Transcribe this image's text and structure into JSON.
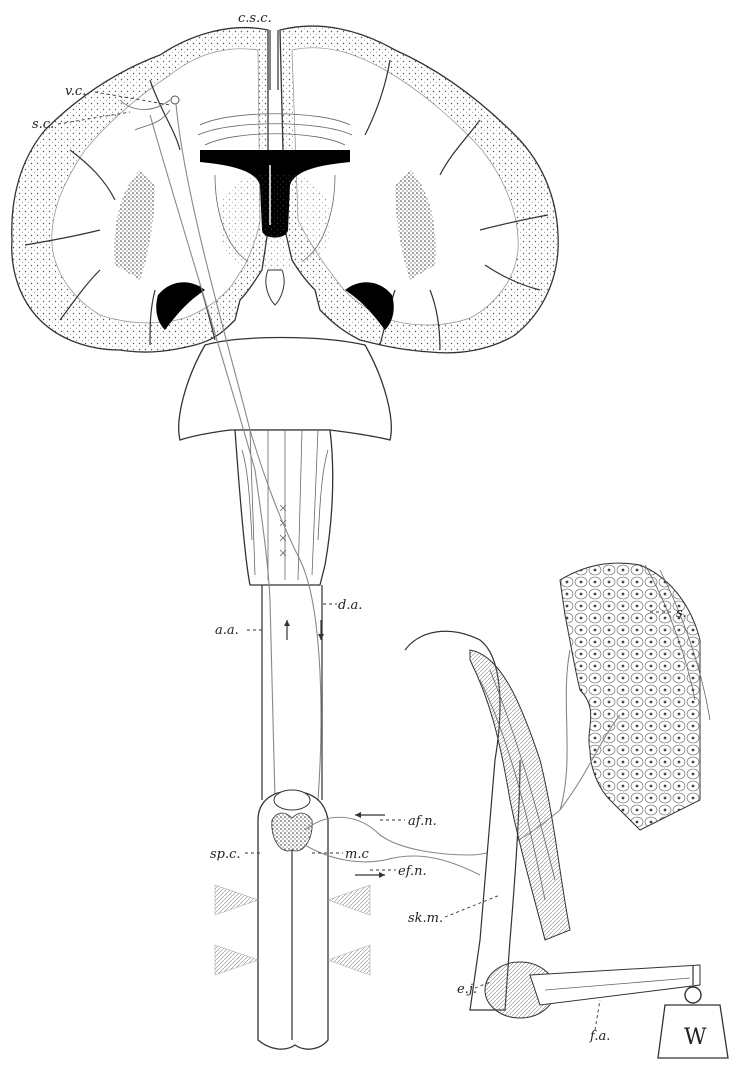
{
  "labels": {
    "csc": "c.s.c.",
    "vc": "v.c.",
    "sc": "s.c.",
    "da": "d.a.",
    "aa": "a.a.",
    "s": "s.",
    "afn": "af.n.",
    "spc": "sp.c.",
    "mc": "m.c",
    "efn": "ef.n.",
    "skm": "sk.m.",
    "ej": "e.j.",
    "fa": "f.a.",
    "weight": "W"
  }
}
